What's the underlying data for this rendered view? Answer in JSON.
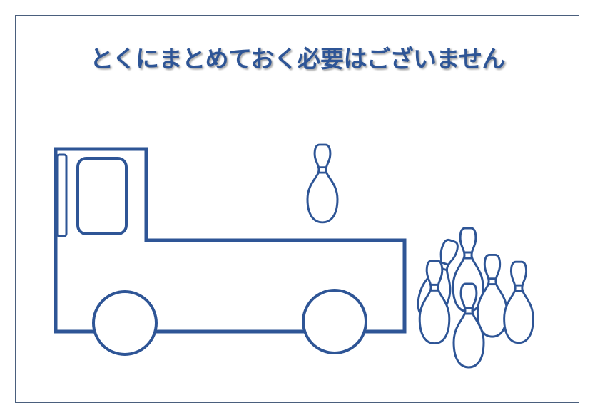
{
  "slide": {
    "title": "とくにまとめておく必要はございません"
  },
  "colors": {
    "accent": "#2e5596",
    "frame_border": "#4a5f7d",
    "background": "#ffffff"
  },
  "illustration": {
    "truck": {
      "wheels": 2,
      "windows": 1
    },
    "pins_on_truck": 1,
    "pins_cluster": 7
  }
}
